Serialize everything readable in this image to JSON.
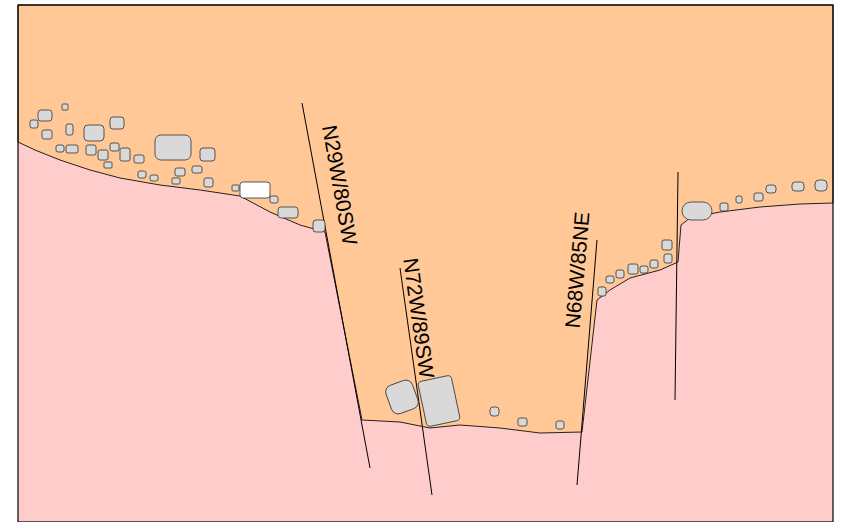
{
  "diagram": {
    "labels": [
      "N29W/80SW",
      "N72W/89SW",
      "N68W/85NE"
    ]
  }
}
